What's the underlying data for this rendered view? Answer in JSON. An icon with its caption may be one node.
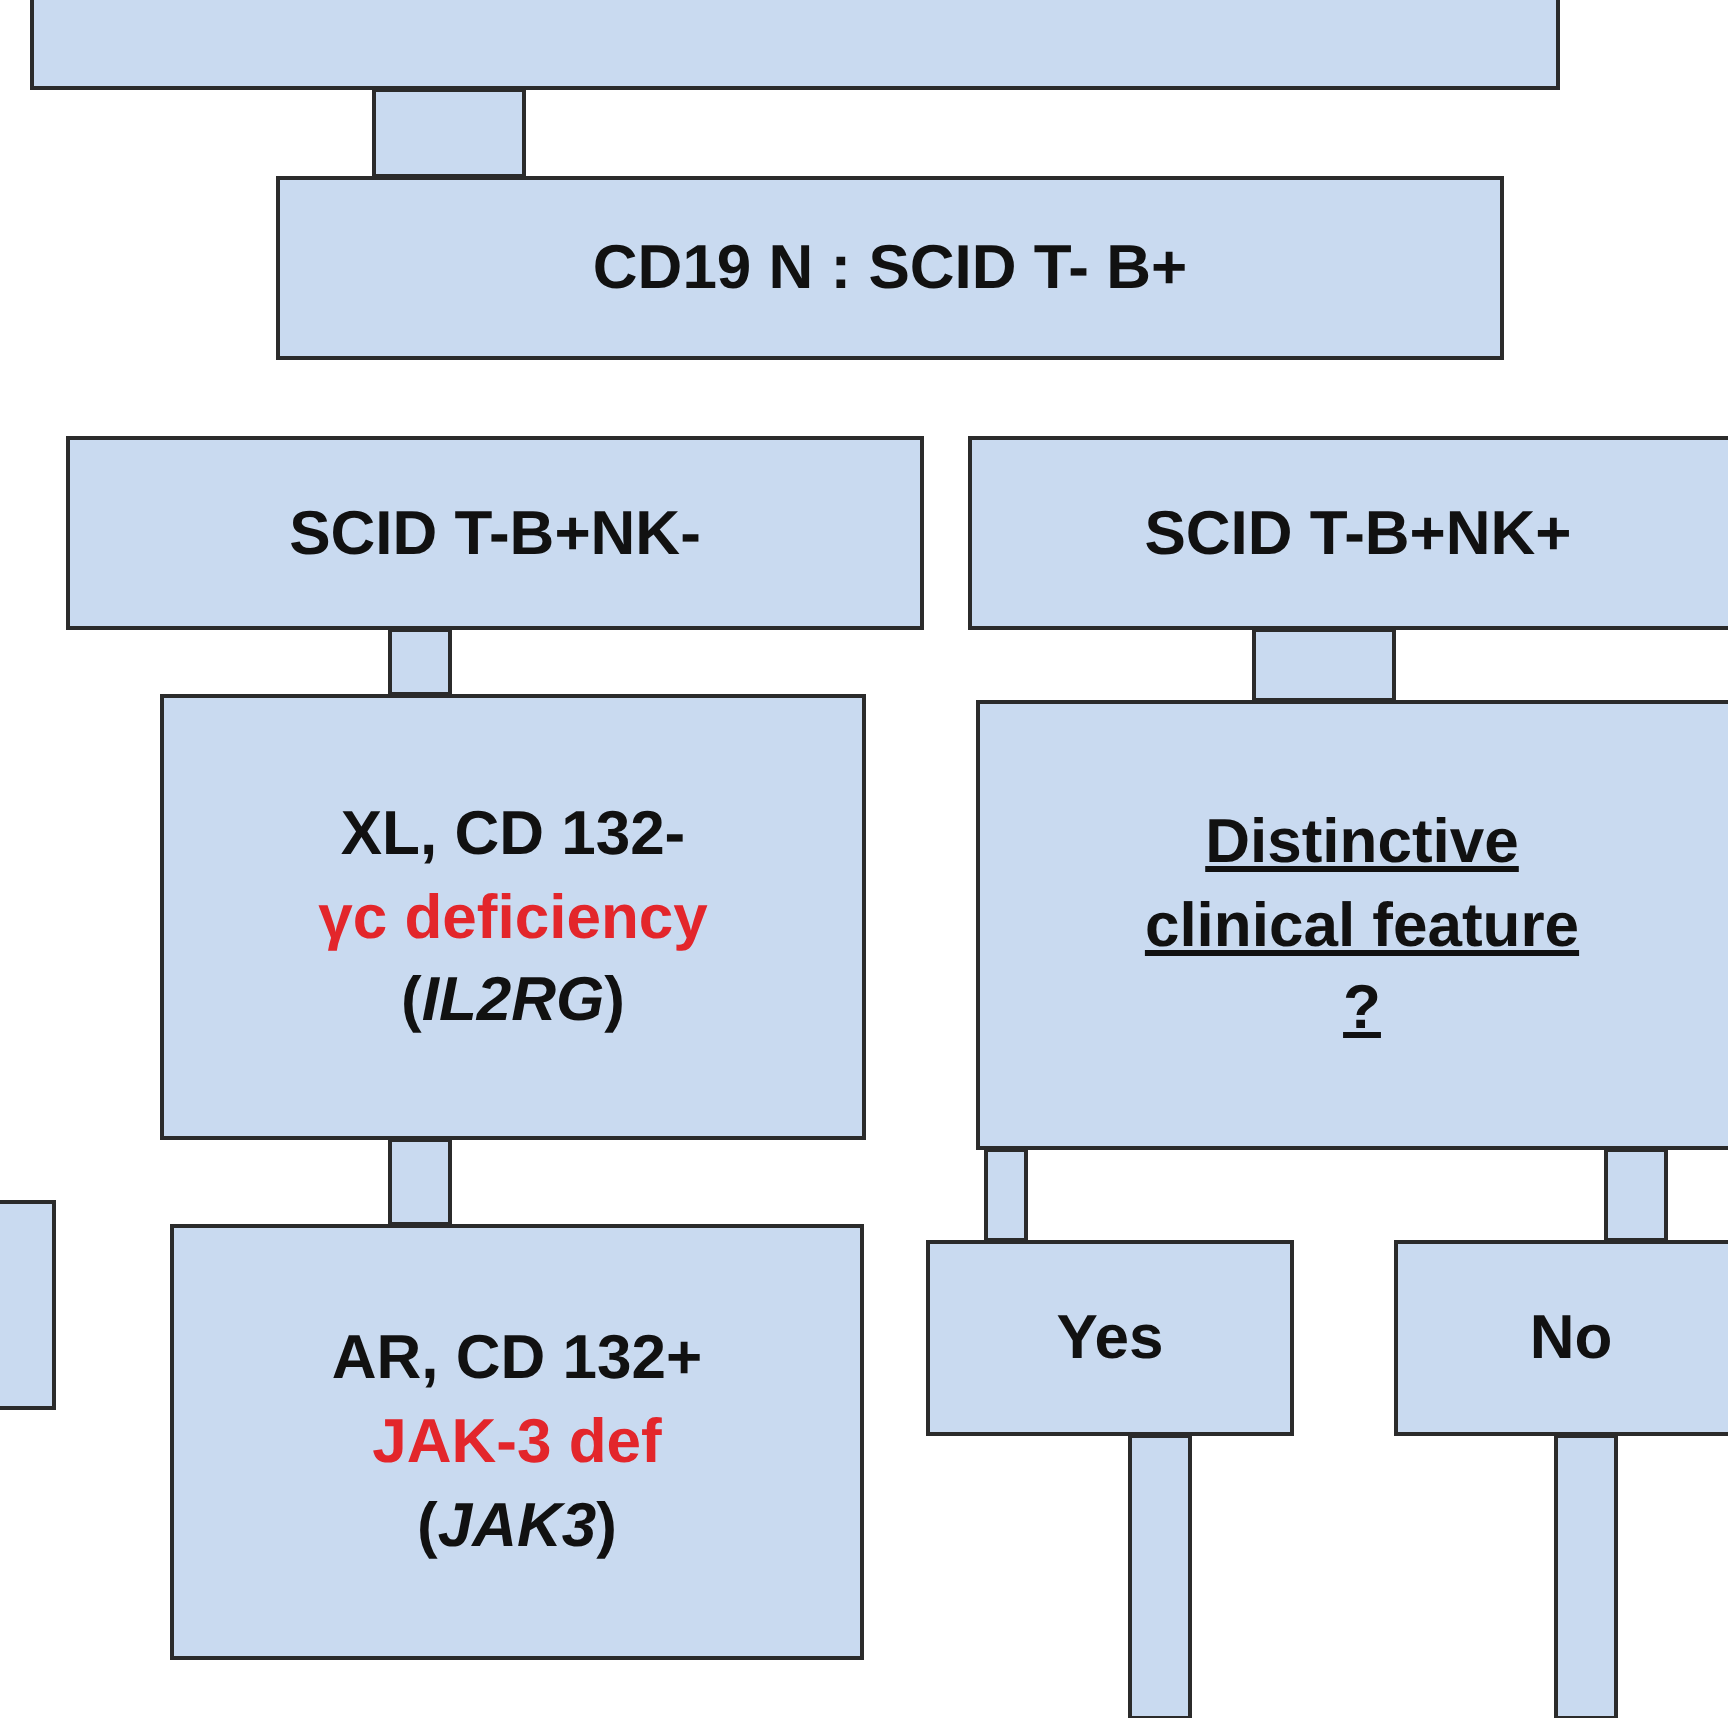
{
  "diagram": {
    "nodes": [
      {
        "text": [],
        "shape": "box"
      },
      {
        "text": [
          "CD19 N :  SCID T- B+"
        ]
      },
      {
        "text": [
          "SCID T-B+NK-"
        ]
      },
      {
        "text": [
          "SCID T-B+NK+"
        ]
      },
      {
        "text": [
          "XL,  CD 132-",
          "γc deficiency",
          "(*IL2RG*)"
        ]
      },
      {
        "text": [
          "Distinctive clinical feature ?"
        ]
      },
      {
        "text": [],
        "shape": "box"
      },
      {
        "text": [
          "AR, CD 132+",
          "JAK-3 def",
          "(*JAK3*)"
        ]
      },
      {
        "text": [
          "Yes"
        ]
      },
      {
        "text": [
          "No"
        ]
      }
    ],
    "edges": [
      {
        "from": 0,
        "to": 1,
        "arrow": "none",
        "style": "thick"
      },
      {
        "from": 2,
        "to": 4,
        "arrow": "none",
        "style": "thick"
      },
      {
        "from": 3,
        "to": 5,
        "arrow": "none",
        "style": "thick"
      },
      {
        "from": 4,
        "to": 7,
        "arrow": "none",
        "style": "thick"
      },
      {
        "from": 5,
        "to": 8,
        "arrow": "none",
        "style": "thick"
      },
      {
        "from": 5,
        "to": 9,
        "arrow": "none",
        "style": "thick"
      },
      {
        "from": 8,
        "to": null,
        "arrow": "none",
        "style": "thick"
      },
      {
        "from": 9,
        "to": null,
        "arrow": "none",
        "style": "thick"
      }
    ]
  }
}
